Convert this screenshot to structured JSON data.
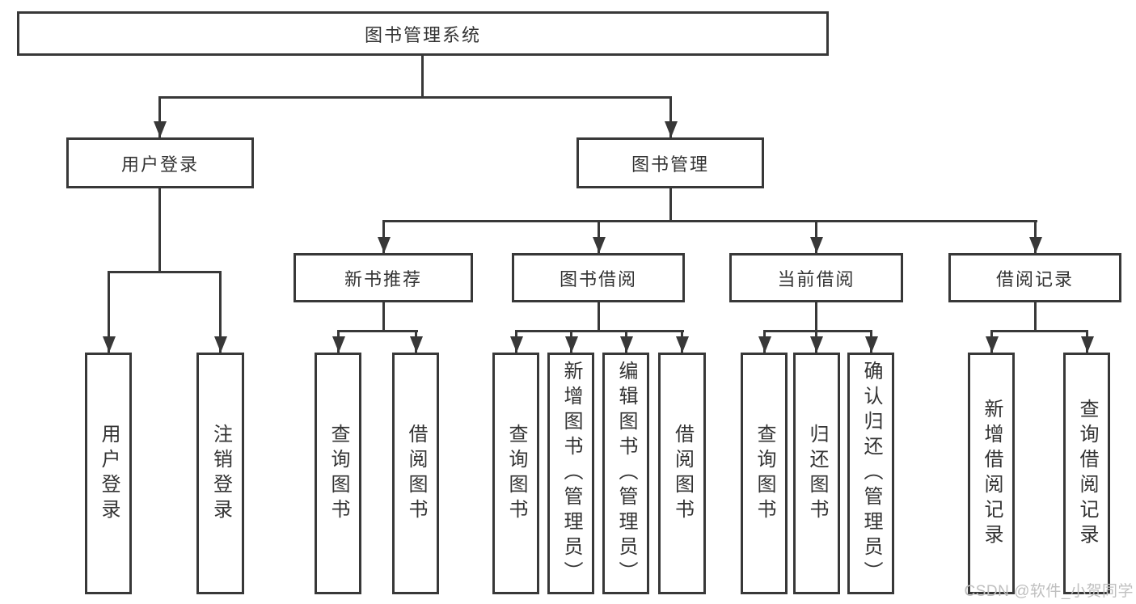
{
  "tree": {
    "root": {
      "label": "图书管理系统",
      "children": [
        {
          "label": "用户登录",
          "children": [
            {
              "label": "用户登录"
            },
            {
              "label": "注销登录"
            }
          ]
        },
        {
          "label": "图书管理",
          "children": [
            {
              "label": "新书推荐",
              "children": [
                {
                  "label": "查询图书"
                },
                {
                  "label": "借阅图书"
                }
              ]
            },
            {
              "label": "图书借阅",
              "children": [
                {
                  "label": "查询图书"
                },
                {
                  "label": "新增图书（管理员）"
                },
                {
                  "label": "编辑图书（管理员）"
                },
                {
                  "label": "借阅图书"
                }
              ]
            },
            {
              "label": "当前借阅",
              "children": [
                {
                  "label": "查询图书"
                },
                {
                  "label": "归还图书"
                },
                {
                  "label": "确认归还（管理员）"
                }
              ]
            },
            {
              "label": "借阅记录",
              "children": [
                {
                  "label": "新增借阅记录"
                },
                {
                  "label": "查询借阅记录"
                }
              ]
            }
          ]
        }
      ]
    }
  },
  "watermark": {
    "text": "CSDN @软件_小贺同学"
  },
  "colors": {
    "line": "#383838",
    "text": "#333333",
    "watermark": "#bfbfbf",
    "background": "#ffffff"
  }
}
